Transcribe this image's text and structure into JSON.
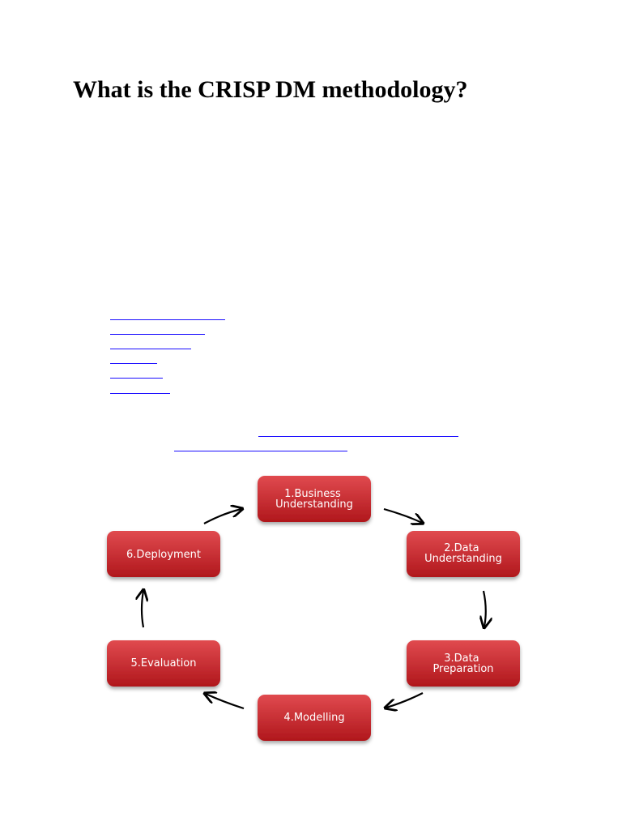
{
  "document": {
    "title": "What is the CRISP DM methodology?"
  },
  "diagram": {
    "nodes": [
      {
        "id": "business-understanding",
        "lines": [
          "1.Business",
          "Understanding"
        ]
      },
      {
        "id": "data-understanding",
        "lines": [
          "2.Data",
          "Understanding"
        ]
      },
      {
        "id": "data-preparation",
        "lines": [
          "3.Data",
          "Preparation"
        ]
      },
      {
        "id": "modelling",
        "lines": [
          "4.Modelling"
        ]
      },
      {
        "id": "evaluation",
        "lines": [
          "5.Evaluation"
        ]
      },
      {
        "id": "deployment",
        "lines": [
          "6.Deployment"
        ]
      }
    ],
    "colors": {
      "node_fill_top": "#e04a4f",
      "node_fill_bottom": "#b0171c",
      "node_text": "#ffffff",
      "arrow": "#000000",
      "link": "#1a0dff"
    }
  }
}
